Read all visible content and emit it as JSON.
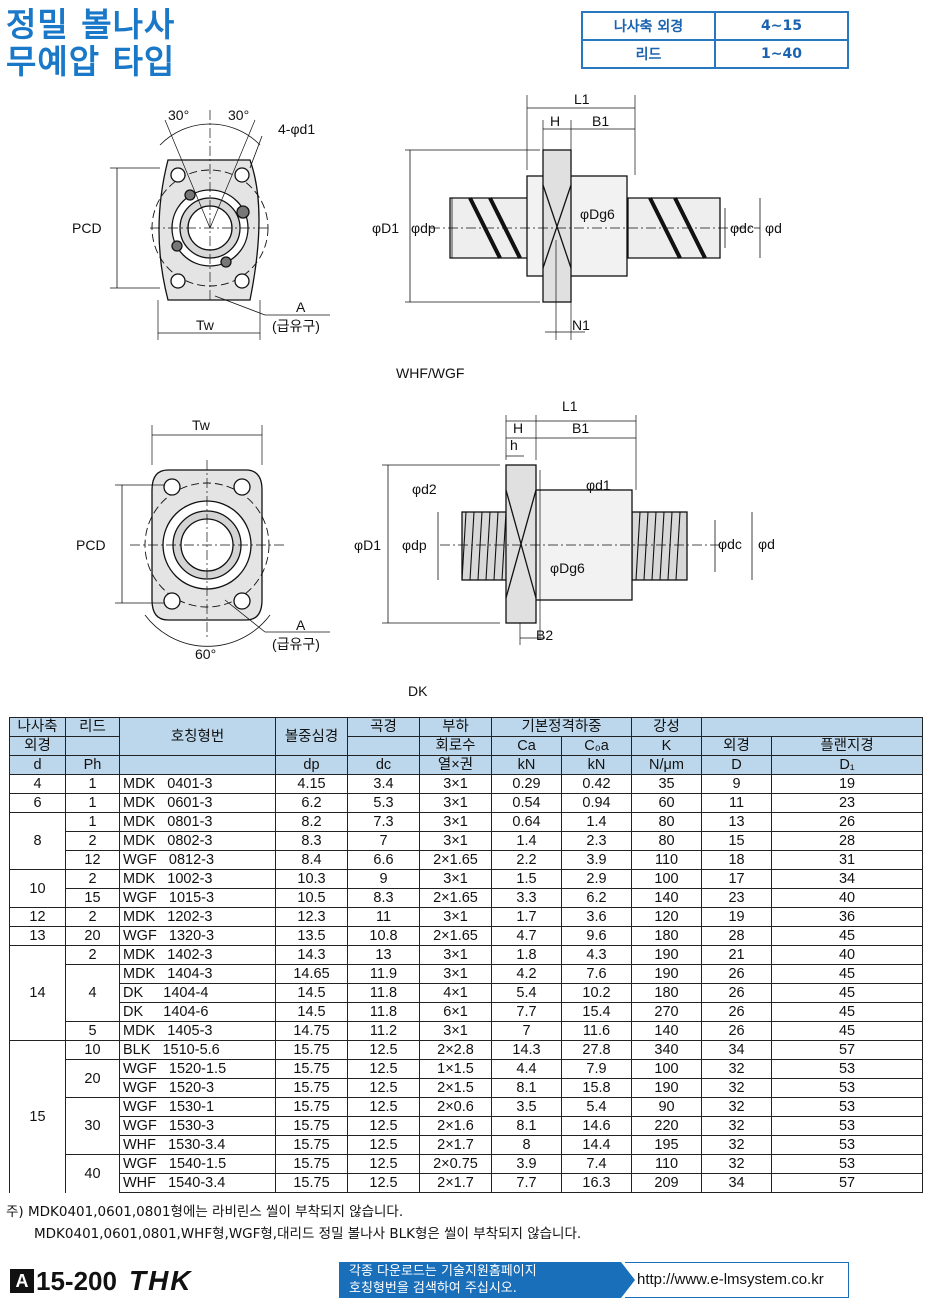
{
  "title": {
    "line1": "정밀 볼나사",
    "line2": "무예압 타입"
  },
  "spec": {
    "rows": [
      {
        "label": "나사축 외경",
        "value": "4∼15"
      },
      {
        "label": "리드",
        "value": "1∼40"
      }
    ]
  },
  "drawing": {
    "caption1": "WHF/WGF",
    "caption2": "DK",
    "labels": {
      "angle30": "30°",
      "holes": "4-φd1",
      "pcd": "PCD",
      "a": "A",
      "grease": "(급유구)",
      "tw": "Tw",
      "l1": "L1",
      "h": "H",
      "b1": "B1",
      "h_small": "h",
      "b2": "B2",
      "n1": "N1",
      "d1": "φD1",
      "dp": "φdp",
      "dg6": "φDg6",
      "dc": "φdc",
      "d": "φd",
      "d2": "φd2",
      "d1s": "φd1",
      "angle60": "60°"
    }
  },
  "table": {
    "headers": {
      "c1": [
        "나사축",
        "외경",
        "d"
      ],
      "c2": [
        "리드",
        "",
        "Ph"
      ],
      "c3": "호칭형번",
      "c4": [
        "볼중심경",
        "dp"
      ],
      "c5": [
        "곡경",
        "dc"
      ],
      "c6": [
        "부하",
        "회로수",
        "열×권"
      ],
      "group_load": "기본정격하중",
      "c7": [
        "Ca",
        "kN"
      ],
      "c8": [
        "C₀a",
        "kN"
      ],
      "c9": [
        "강성",
        "K",
        "N/μm"
      ],
      "c10": [
        "외경",
        "D"
      ],
      "c11": [
        "플랜지경",
        "D₁"
      ]
    },
    "rows": [
      [
        "4",
        "1",
        "MDK   0401-3",
        "4.15",
        "3.4",
        "3×1",
        "0.29",
        "0.42",
        "35",
        "9",
        "19"
      ],
      [
        "6",
        "1",
        "MDK   0601-3",
        "6.2",
        "5.3",
        "3×1",
        "0.54",
        "0.94",
        "60",
        "11",
        "23"
      ],
      [
        "8",
        "1",
        "MDK   0801-3",
        "8.2",
        "7.3",
        "3×1",
        "0.64",
        "1.4",
        "80",
        "13",
        "26"
      ],
      [
        "",
        "2",
        "MDK   0802-3",
        "8.3",
        "7",
        "3×1",
        "1.4",
        "2.3",
        "80",
        "15",
        "28"
      ],
      [
        "",
        "12",
        "WGF   0812-3",
        "8.4",
        "6.6",
        "2×1.65",
        "2.2",
        "3.9",
        "110",
        "18",
        "31"
      ],
      [
        "10",
        "2",
        "MDK   1002-3",
        "10.3",
        "9",
        "3×1",
        "1.5",
        "2.9",
        "100",
        "17",
        "34"
      ],
      [
        "",
        "15",
        "WGF   1015-3",
        "10.5",
        "8.3",
        "2×1.65",
        "3.3",
        "6.2",
        "140",
        "23",
        "40"
      ],
      [
        "12",
        "2",
        "MDK   1202-3",
        "12.3",
        "11",
        "3×1",
        "1.7",
        "3.6",
        "120",
        "19",
        "36"
      ],
      [
        "13",
        "20",
        "WGF   1320-3",
        "13.5",
        "10.8",
        "2×1.65",
        "4.7",
        "9.6",
        "180",
        "28",
        "45"
      ],
      [
        "14",
        "2",
        "MDK   1402-3",
        "14.3",
        "13",
        "3×1",
        "1.8",
        "4.3",
        "190",
        "21",
        "40"
      ],
      [
        "",
        "4",
        "MDK   1404-3",
        "14.65",
        "11.9",
        "3×1",
        "4.2",
        "7.6",
        "190",
        "26",
        "45"
      ],
      [
        "",
        "",
        "DK     1404-4",
        "14.5",
        "11.8",
        "4×1",
        "5.4",
        "10.2",
        "180",
        "26",
        "45"
      ],
      [
        "",
        "",
        "DK     1404-6",
        "14.5",
        "11.8",
        "6×1",
        "7.7",
        "15.4",
        "270",
        "26",
        "45"
      ],
      [
        "",
        "5",
        "MDK   1405-3",
        "14.75",
        "11.2",
        "3×1",
        "7",
        "11.6",
        "140",
        "26",
        "45"
      ],
      [
        "15",
        "10",
        "BLK   1510-5.6",
        "15.75",
        "12.5",
        "2×2.8",
        "14.3",
        "27.8",
        "340",
        "34",
        "57"
      ],
      [
        "",
        "20",
        "WGF   1520-1.5",
        "15.75",
        "12.5",
        "1×1.5",
        "4.4",
        "7.9",
        "100",
        "32",
        "53"
      ],
      [
        "",
        "",
        "WGF   1520-3",
        "15.75",
        "12.5",
        "2×1.5",
        "8.1",
        "15.8",
        "190",
        "32",
        "53"
      ],
      [
        "",
        "30",
        "WGF   1530-1",
        "15.75",
        "12.5",
        "2×0.6",
        "3.5",
        "5.4",
        "90",
        "32",
        "53"
      ],
      [
        "",
        "",
        "WGF   1530-3",
        "15.75",
        "12.5",
        "2×1.6",
        "8.1",
        "14.6",
        "220",
        "32",
        "53"
      ],
      [
        "",
        "",
        "WHF   1530-3.4",
        "15.75",
        "12.5",
        "2×1.7",
        "8",
        "14.4",
        "195",
        "32",
        "53"
      ],
      [
        "",
        "40",
        "WGF   1540-1.5",
        "15.75",
        "12.5",
        "2×0.75",
        "3.9",
        "7.4",
        "110",
        "32",
        "53"
      ],
      [
        "",
        "",
        "WHF   1540-3.4",
        "15.75",
        "12.5",
        "2×1.7",
        "7.7",
        "16.3",
        "209",
        "34",
        "57"
      ]
    ]
  },
  "notes": {
    "line1": "주) MDK0401,0601,0801형에는 라비린스 씰이 부착되지 않습니다.",
    "line2": "MDK0401,0601,0801,WHF형,WGF형,대리드 정밀 볼나사 BLK형은 씰이 부착되지 않습니다."
  },
  "footer": {
    "section": "A",
    "page": "15-200",
    "brand": "THK",
    "banner_line1": "각종 다운로드는 기술지원홈페이지",
    "banner_line2": "호칭형번을 검색하여 주십시오.",
    "url": "http://www.e-lmsystem.co.kr"
  },
  "colors": {
    "accent": "#1a78c8",
    "header_bg": "#bcd7ec",
    "banner": "#1a6fba"
  }
}
